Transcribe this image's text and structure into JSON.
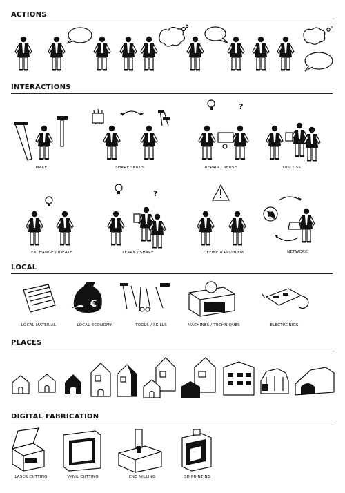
{
  "sections": {
    "actions": {
      "title": "ACTIONS"
    },
    "interactions": {
      "title": "INTERACTIONS"
    },
    "local": {
      "title": "LOCAL"
    },
    "places": {
      "title": "PLACES"
    },
    "digital": {
      "title": "DIGITAL FABRICATION"
    }
  },
  "interactions": {
    "labels": [
      "MAKE",
      "SHARE SKILLS",
      "REPAIR / REUSE",
      "DISCUSS",
      "EXCHANGE / IDEATE",
      "LEARN / SHARE",
      "DEFINE A PROBLEM",
      "NETWORK"
    ],
    "question_mark": "?"
  },
  "local": {
    "labels": [
      "LOCAL MATERIAL",
      "LOCAL ECONOMY",
      "TOOLS / SKILLS",
      "MACHINES / TECHNIQUES",
      "ELECTRONICS"
    ],
    "currency_symbol": "€"
  },
  "digital": {
    "labels": [
      "LASER CUTTING",
      "VYNIL CUTTING",
      "CNC MILLING",
      "3D PRINTING"
    ]
  }
}
